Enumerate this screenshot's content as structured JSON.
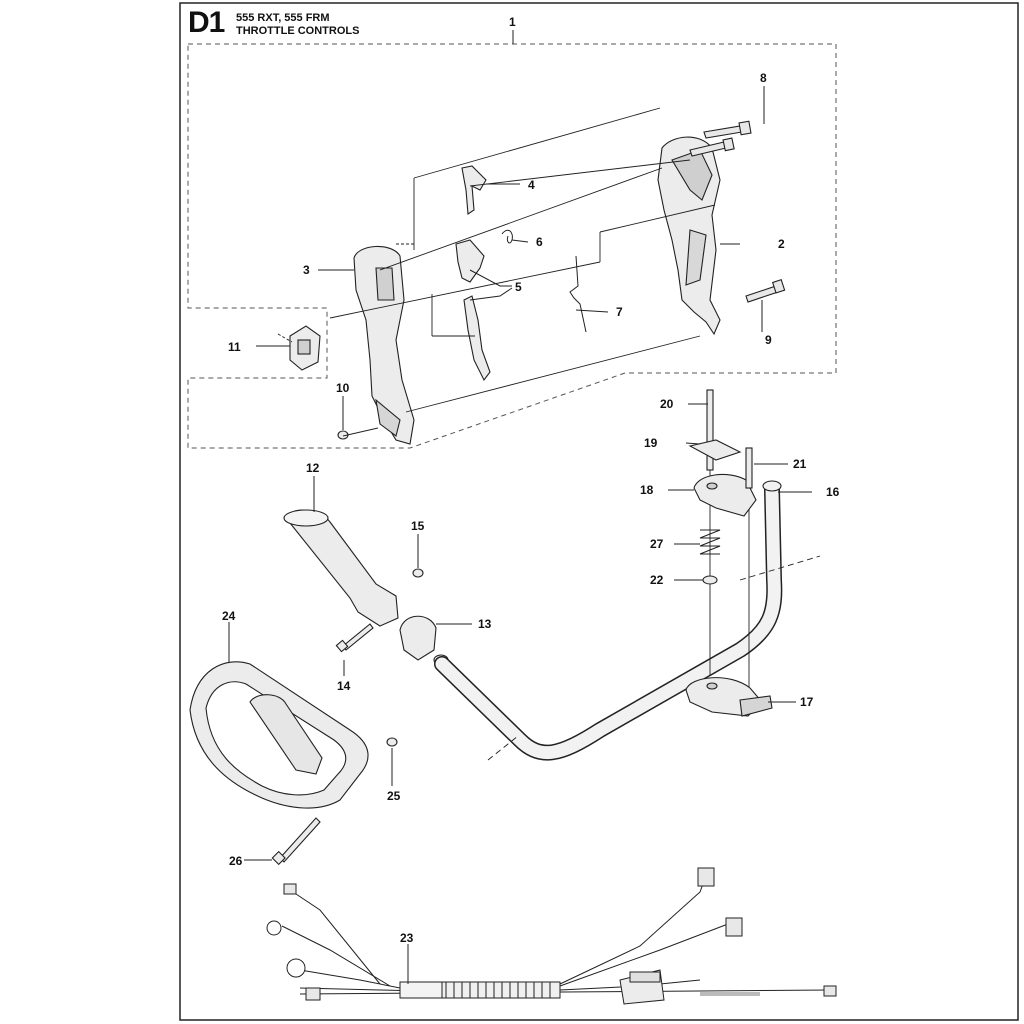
{
  "header": {
    "code": "D1",
    "models": "555 RXT, 555 FRM",
    "title": "THROTTLE CONTROLS"
  },
  "callouts": {
    "c1": "1",
    "c2": "2",
    "c3": "3",
    "c4": "4",
    "c5": "5",
    "c6": "6",
    "c7": "7",
    "c8": "8",
    "c9": "9",
    "c10": "10",
    "c11": "11",
    "c12": "12",
    "c13": "13",
    "c14": "14",
    "c15": "15",
    "c16": "16",
    "c17": "17",
    "c18": "18",
    "c19": "19",
    "c20": "20",
    "c21": "21",
    "c22": "22",
    "c23": "23",
    "c24": "24",
    "c25": "25",
    "c26": "26",
    "c27": "27"
  }
}
